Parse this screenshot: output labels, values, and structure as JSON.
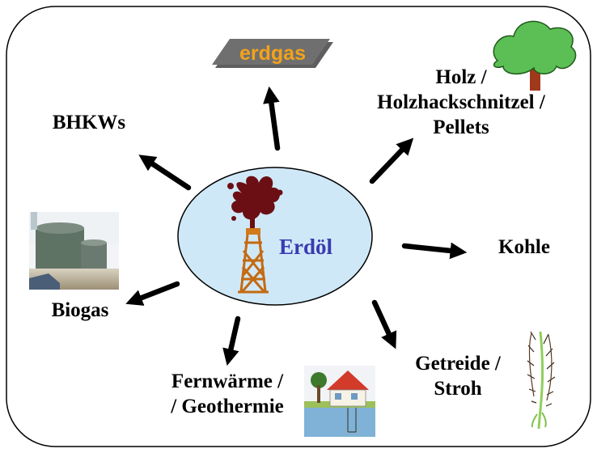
{
  "center": {
    "label": "Erdöl",
    "text_color": "#3a3ab0",
    "fill_color": "#cfe8f8"
  },
  "nodes": {
    "erdgas": {
      "label": "erdgas"
    },
    "holz": {
      "line1": "Holz /",
      "line2": "Holzhackschnitzel /",
      "line3": "Pellets"
    },
    "bhkws": {
      "label": "BHKWs"
    },
    "kohle": {
      "label": "Kohle"
    },
    "biogas": {
      "label": "Biogas"
    },
    "getreide": {
      "line1": "Getreide /",
      "line2": "Stroh"
    },
    "fernwaerme": {
      "line1": "Fernwärme /",
      "line2": "/ Geothermie"
    }
  },
  "icons": [
    "oil-derrick-icon",
    "erdgas-logo-icon",
    "tree-icon",
    "biogas-plant-icon",
    "grain-stalk-icon",
    "geothermal-house-icon"
  ]
}
